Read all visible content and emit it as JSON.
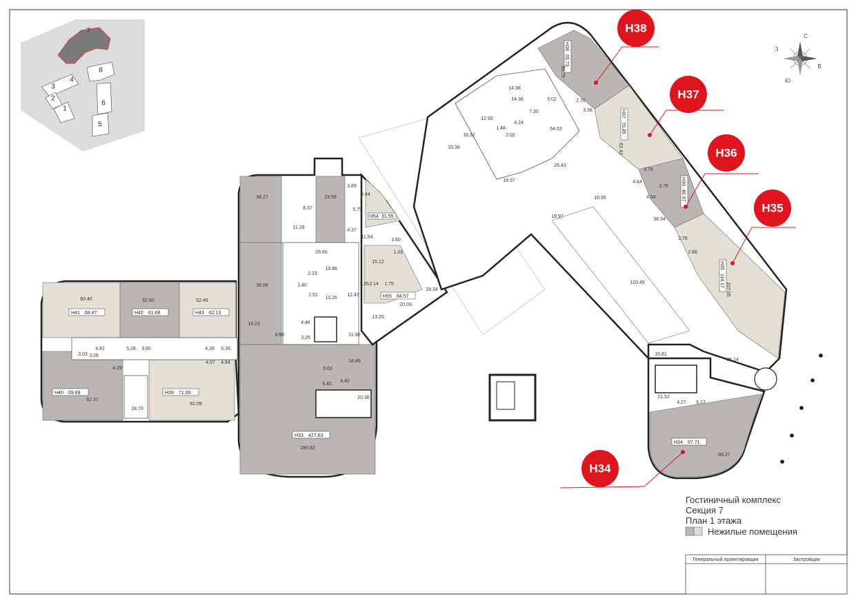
{
  "legend": {
    "line1": "Гостиничный комплекс",
    "line2": "Секция 7",
    "line3": "План 1 этажа",
    "swatch_label": "Нежилые помещения",
    "swatch_colors": [
      "#b9b6b3",
      "#e2ddd4"
    ]
  },
  "title_block": {
    "designer": "Генеральный проектировщик",
    "developer": "Застройщик"
  },
  "compass": {
    "n": "С",
    "s": "Ю",
    "w": "З",
    "e": "В"
  },
  "key_plan": {
    "sections": [
      "7",
      "8",
      "3",
      "4",
      "2",
      "1",
      "6",
      "5"
    ]
  },
  "badges": [
    "Н38",
    "Н37",
    "Н36",
    "Н35",
    "Н34"
  ],
  "units": [
    {
      "id": "Н41",
      "area": "68.47"
    },
    {
      "id": "Н42",
      "area": "61.68"
    },
    {
      "id": "Н43",
      "area": "62.13"
    },
    {
      "id": "Н40",
      "area": "69.69"
    },
    {
      "id": "Н39",
      "area": "71.00"
    },
    {
      "id": "Н33",
      "area": "427.63"
    },
    {
      "id": "Н54",
      "area": "31.55"
    },
    {
      "id": "Н55",
      "area": "84.57"
    },
    {
      "id": "Н38",
      "area": "65.73"
    },
    {
      "id": "Н37",
      "area": "70.45"
    },
    {
      "id": "Н36",
      "area": "46.97"
    },
    {
      "id": "Н35",
      "area": "114.17"
    },
    {
      "id": "Н34",
      "area": "97.71"
    }
  ],
  "room_areas": [
    "60.40",
    "52.60",
    "52.46",
    "62.37",
    "62.09",
    "18.70",
    "4.81",
    "3.03",
    "3.26",
    "5.28",
    "3.80",
    "4.29",
    "4.28",
    "5.39",
    "4.07",
    "4.84",
    "38.27",
    "23.58",
    "8.37",
    "11.28",
    "3.89",
    "6.44",
    "5.75",
    "4.37",
    "11.54",
    "28.60",
    "36.06",
    "13.88",
    "2.23",
    "1.40",
    "2.51",
    "13.26",
    "19.23",
    "9.99",
    "4.46",
    "3.26",
    "11.90",
    "12.47",
    "15.12",
    "3.60",
    "1.33",
    "1.35",
    "2.14",
    "1.75",
    "20.03",
    "13.25",
    "18.34",
    "18.46",
    "3.63",
    "6.40",
    "4.40",
    "20.36",
    "180.82",
    "33.36",
    "16.32",
    "12.92",
    "14.38",
    "14.38",
    "7.30",
    "5.02",
    "4.24",
    "1.48",
    "2.02",
    "59.75",
    "2.70",
    "3.36",
    "54.63",
    "26.43",
    "19.37",
    "10.95",
    "19.97",
    "62.42",
    "3.76",
    "4.64",
    "3.76",
    "4.54",
    "38.34",
    "2.76",
    "2.88",
    "120.45",
    "107.05",
    "16.81",
    "85.14",
    "21.52",
    "4.27",
    "5.17",
    "88.27"
  ]
}
